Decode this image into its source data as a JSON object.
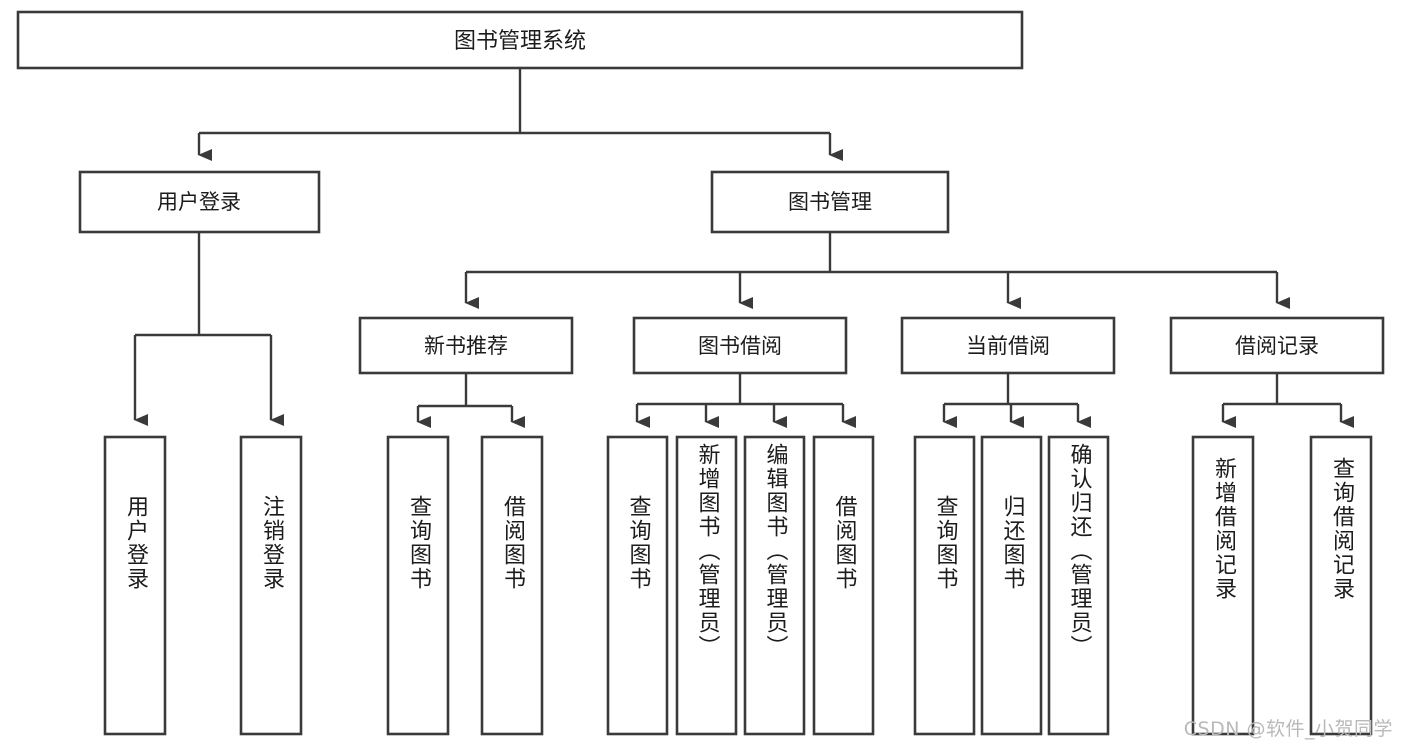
{
  "diagram": {
    "type": "tree-hierarchy",
    "title": "图书管理系统",
    "root": {
      "id": "root",
      "label": "图书管理系统"
    },
    "level2": [
      {
        "id": "user-login",
        "label": "用户登录"
      },
      {
        "id": "book-manage",
        "label": "图书管理"
      }
    ],
    "level3": [
      {
        "id": "new-book-recommend",
        "label": "新书推荐",
        "parent": "book-manage"
      },
      {
        "id": "book-borrow",
        "label": "图书借阅",
        "parent": "book-manage"
      },
      {
        "id": "current-borrow",
        "label": "当前借阅",
        "parent": "book-manage"
      },
      {
        "id": "borrow-record",
        "label": "借阅记录",
        "parent": "book-manage"
      }
    ],
    "leaves": {
      "user_login": [
        {
          "id": "leaf-user-login",
          "label": "用户登录"
        },
        {
          "id": "leaf-logout",
          "label": "注销登录"
        }
      ],
      "new_book_recommend": [
        {
          "id": "leaf-query-book-1",
          "label": "查询图书"
        },
        {
          "id": "leaf-borrow-book-1",
          "label": "借阅图书"
        }
      ],
      "book_borrow": [
        {
          "id": "leaf-query-book-2",
          "label": "查询图书"
        },
        {
          "id": "leaf-add-book",
          "label": "新增图书（管理员）"
        },
        {
          "id": "leaf-edit-book",
          "label": "编辑图书（管理员）"
        },
        {
          "id": "leaf-borrow-book-2",
          "label": "借阅图书"
        }
      ],
      "current_borrow": [
        {
          "id": "leaf-query-book-3",
          "label": "查询图书"
        },
        {
          "id": "leaf-return-book",
          "label": "归还图书"
        },
        {
          "id": "leaf-confirm-return",
          "label": "确认归还（管理员）"
        }
      ],
      "borrow_record": [
        {
          "id": "leaf-add-record",
          "label": "新增借阅记录"
        },
        {
          "id": "leaf-query-record",
          "label": "查询借阅记录"
        }
      ]
    },
    "colors": {
      "box_fill": "#ffffff",
      "box_stroke": "#3a3a3a",
      "connector": "#3a3a3a",
      "text": "#1c1c1c",
      "background": "#ffffff",
      "watermark": "#b9b9b9"
    }
  },
  "watermark": {
    "text": "CSDN @软件_小贺同学"
  }
}
